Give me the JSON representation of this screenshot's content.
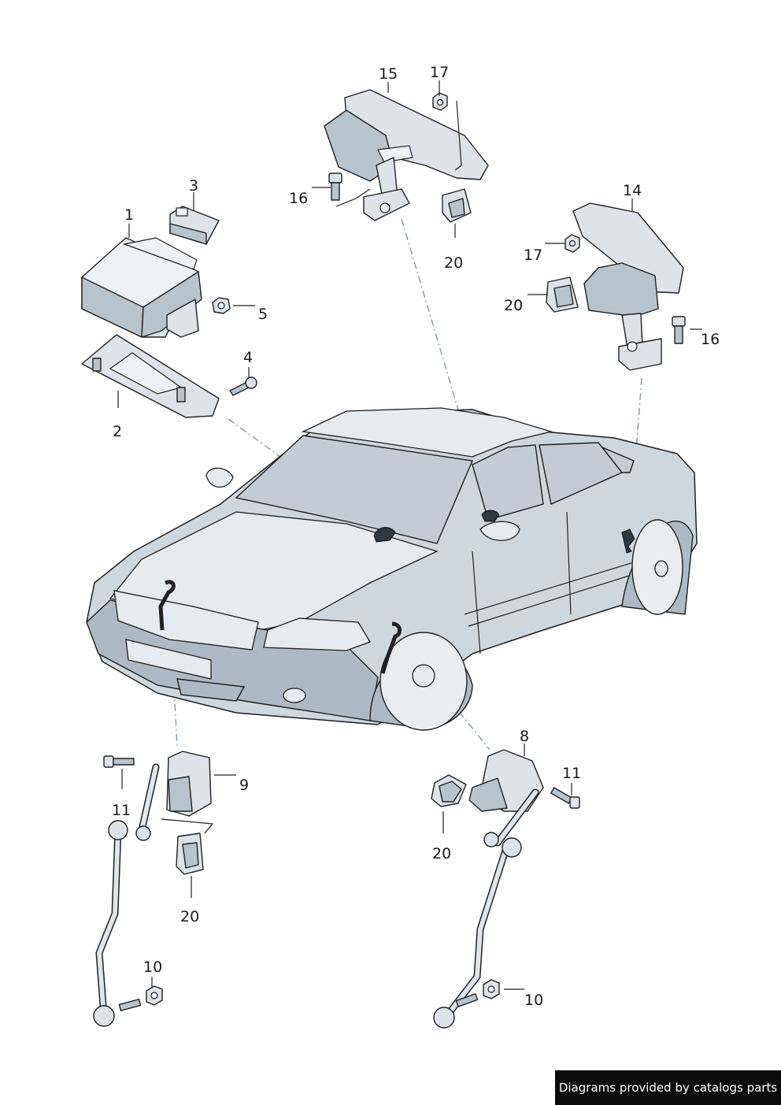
{
  "diagram": {
    "callouts": [
      {
        "id": "c1",
        "label": "1"
      },
      {
        "id": "c2",
        "label": "2"
      },
      {
        "id": "c3",
        "label": "3"
      },
      {
        "id": "c4",
        "label": "4"
      },
      {
        "id": "c5",
        "label": "5"
      },
      {
        "id": "c8",
        "label": "8"
      },
      {
        "id": "c9",
        "label": "9"
      },
      {
        "id": "c10a",
        "label": "10"
      },
      {
        "id": "c10b",
        "label": "10"
      },
      {
        "id": "c11a",
        "label": "11"
      },
      {
        "id": "c11b",
        "label": "11"
      },
      {
        "id": "c14",
        "label": "14"
      },
      {
        "id": "c15",
        "label": "15"
      },
      {
        "id": "c16a",
        "label": "16"
      },
      {
        "id": "c16b",
        "label": "16"
      },
      {
        "id": "c17a",
        "label": "17"
      },
      {
        "id": "c17b",
        "label": "17"
      },
      {
        "id": "c20a",
        "label": "20"
      },
      {
        "id": "c20b",
        "label": "20"
      },
      {
        "id": "c20c",
        "label": "20"
      },
      {
        "id": "c20d",
        "label": "20"
      }
    ]
  },
  "footer": {
    "credit": "Diagrams provided by catalogs parts"
  }
}
